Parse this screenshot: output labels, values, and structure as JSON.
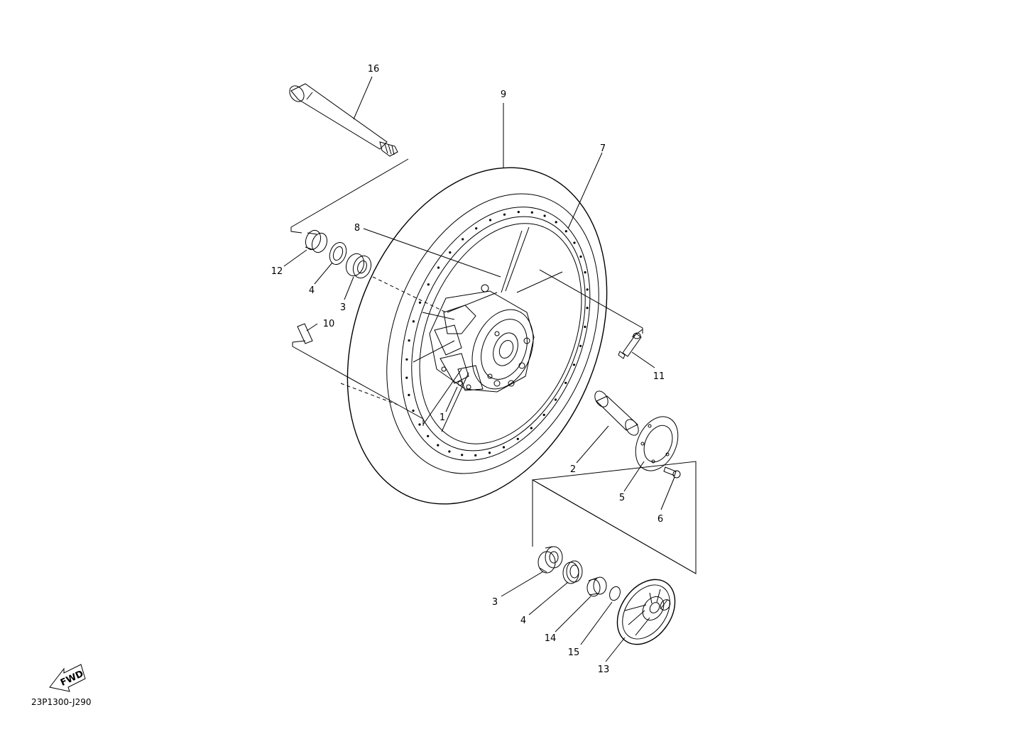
{
  "drawing_code": "23P1300-J290",
  "fwd_label": "FWD",
  "callouts": {
    "p1": "1",
    "p2": "2",
    "p3a": "3",
    "p3b": "3",
    "p4a": "4",
    "p4b": "4",
    "p5": "5",
    "p6": "6",
    "p7": "7",
    "p8": "8",
    "p9": "9",
    "p10": "10",
    "p11": "11",
    "p12": "12",
    "p13": "13",
    "p14": "14",
    "p15": "15",
    "p16": "16"
  }
}
